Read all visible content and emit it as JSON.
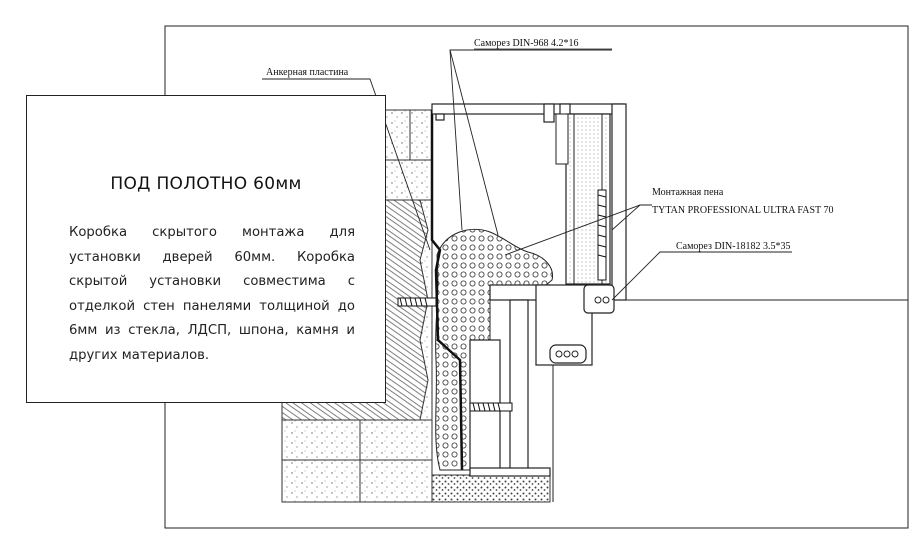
{
  "callout": {
    "title": "ПОД ПОЛОТНО 60мм",
    "body": "Коробка скрытого монтажа для установки дверей 60мм. Коробка скрытой установки совместима с отделкой стен панелями толщиной до 6мм из стекла, ЛДСП, шпона, камня и других материалов."
  },
  "labels": {
    "screw_top": "Саморез DIN-968 4.2*16",
    "anchor_plate": "Анкерная пластина",
    "foam_1": "Монтажная пена",
    "foam_2": "TYTAN PROFESSIONAL ULTRA FAST 70",
    "screw_side": "Саморез DIN-18182 3.5*35"
  }
}
